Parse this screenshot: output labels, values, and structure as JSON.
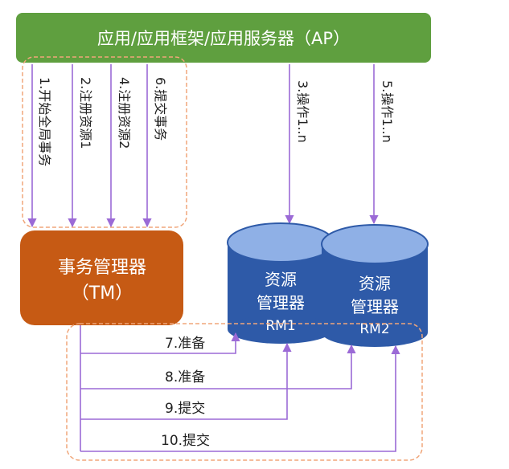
{
  "ap": {
    "label": "应用/应用框架/应用服务器（AP）"
  },
  "tm": {
    "line1": "事务管理器",
    "line2": "（TM）"
  },
  "rm1": {
    "line1": "资源",
    "line2": "管理器",
    "line3": "RM1"
  },
  "rm2": {
    "line1": "资源",
    "line2": "管理器",
    "line3": "RM2"
  },
  "steps_top": [
    {
      "num": "1.",
      "text": "开始全局事务"
    },
    {
      "num": "2.",
      "text": "注册资源1"
    },
    {
      "num": "4.",
      "text": "注册资源2"
    },
    {
      "num": "6.",
      "text": "提交事务"
    }
  ],
  "ops": [
    {
      "num": "3.",
      "text": "操作1..n"
    },
    {
      "num": "5.",
      "text": "操作1..n"
    }
  ],
  "bottom_steps": [
    "7.准备",
    "8.准备",
    "9.提交",
    "10.提交"
  ],
  "colors": {
    "ap_fill": "#5f9f3f",
    "tm_fill": "#c65a14",
    "rm_body": "#2e5aa8",
    "rm_top": "#8fb0e6",
    "arrow": "#9b6ad6",
    "dashed": "#f0a67a"
  }
}
